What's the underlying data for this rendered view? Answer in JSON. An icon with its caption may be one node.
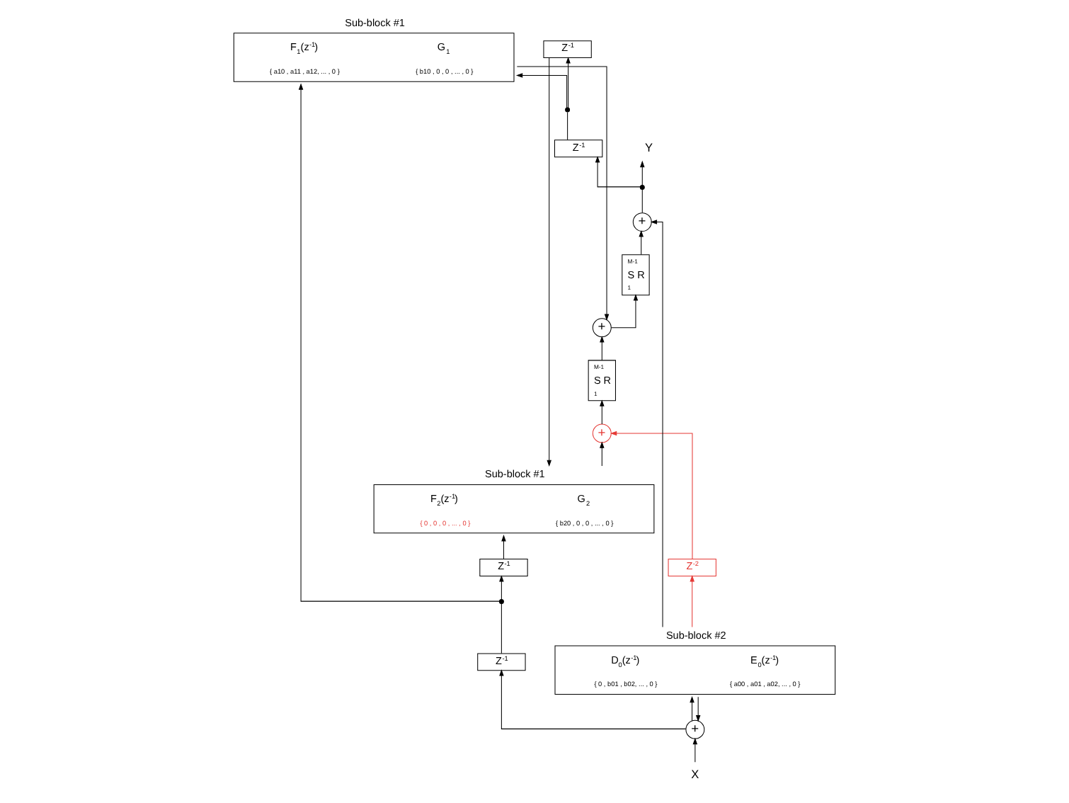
{
  "diagram": {
    "nodes": [
      {
        "text": [
          "Sub-block #1",
          "F$_{2}$(z$^{-1}$)",
          "{ 0 , 0 , 0 , ... , 0 }",
          "G$_{2}$",
          "{ b20 , 0 , 0 , ... , 0 }"
        ]
      },
      {
        "text": [
          "Z$^{-1}$"
        ]
      },
      {
        "text": [
          "Z$^{-1}$"
        ]
      },
      {
        "text": [
          "+"
        ]
      },
      {
        "text": [
          "M-1",
          "S R",
          "1"
        ]
      },
      {
        "text": [
          "Sub-block #1",
          "F$_{1}$(z$^{-1}$)",
          "{ a10 , a11 , a12, ... , 0 }",
          "G$_{1}$",
          "{ b10 , 0 , 0 , ... , 0 }"
        ]
      },
      {
        "text": [],
        "shape": "circle"
      },
      {
        "text": [],
        "shape": "circle"
      },
      {
        "text": [
          "Z$^{-2}$"
        ]
      },
      {
        "text": [
          "+"
        ]
      },
      {
        "text": [
          "Z$^{-1}$"
        ]
      },
      {
        "text": [
          "Z$^{-1}$"
        ]
      },
      {
        "text": [
          "X"
        ]
      },
      {
        "text": [
          "+"
        ]
      },
      {
        "text": [
          "Sub-block #2",
          "D$_{0}$(z$^{-1}$)",
          "{ 0 , b01 , b02, ... , 0 }",
          "E$_{0}$(z$^{-1}$)",
          "{ a00 , a01 , a02, ... , 0 }"
        ]
      },
      {
        "text": [
          "M-1",
          "S R",
          "1"
        ]
      },
      {
        "text": [
          "+"
        ]
      },
      {
        "text": [
          "Y"
        ]
      },
      {
        "text": [],
        "shape": "circle"
      }
    ],
    "edges": [
      {
        "from": 12,
        "to": 13,
        "arrow": "to"
      },
      {
        "from": 14,
        "to": 13,
        "arrow": "to"
      },
      {
        "from": 13,
        "to": 10,
        "arrow": "to"
      },
      {
        "from": 13,
        "to": 14,
        "arrow": "to"
      },
      {
        "from": 10,
        "to": 6,
        "arrow": "none"
      },
      {
        "from": 6,
        "to": 5,
        "arrow": "to"
      },
      {
        "from": 6,
        "to": 1,
        "arrow": "to"
      },
      {
        "from": 1,
        "to": 0,
        "arrow": "to"
      },
      {
        "from": 0,
        "to": 3,
        "arrow": "to"
      },
      {
        "from": 3,
        "to": 4,
        "arrow": "to"
      },
      {
        "from": 8,
        "to": 3,
        "arrow": "to",
        "color": "#e53935"
      },
      {
        "from": 14,
        "to": 8,
        "arrow": "to",
        "color": "#e53935"
      },
      {
        "from": 14,
        "to": 16,
        "arrow": "to"
      },
      {
        "from": 5,
        "to": 9,
        "arrow": "to"
      },
      {
        "from": 4,
        "to": 9,
        "arrow": "to"
      },
      {
        "from": 9,
        "to": 15,
        "arrow": "to"
      },
      {
        "from": 15,
        "to": 16,
        "arrow": "to"
      },
      {
        "from": 16,
        "to": 18,
        "arrow": "none"
      },
      {
        "from": 18,
        "to": 17,
        "arrow": "to"
      },
      {
        "from": 18,
        "to": 11,
        "arrow": "to"
      },
      {
        "from": 11,
        "to": 7,
        "arrow": "none"
      },
      {
        "from": 7,
        "to": 5,
        "arrow": "to"
      },
      {
        "from": 7,
        "to": 2,
        "arrow": "to"
      },
      {
        "from": 2,
        "to": 0,
        "arrow": "to"
      }
    ]
  }
}
